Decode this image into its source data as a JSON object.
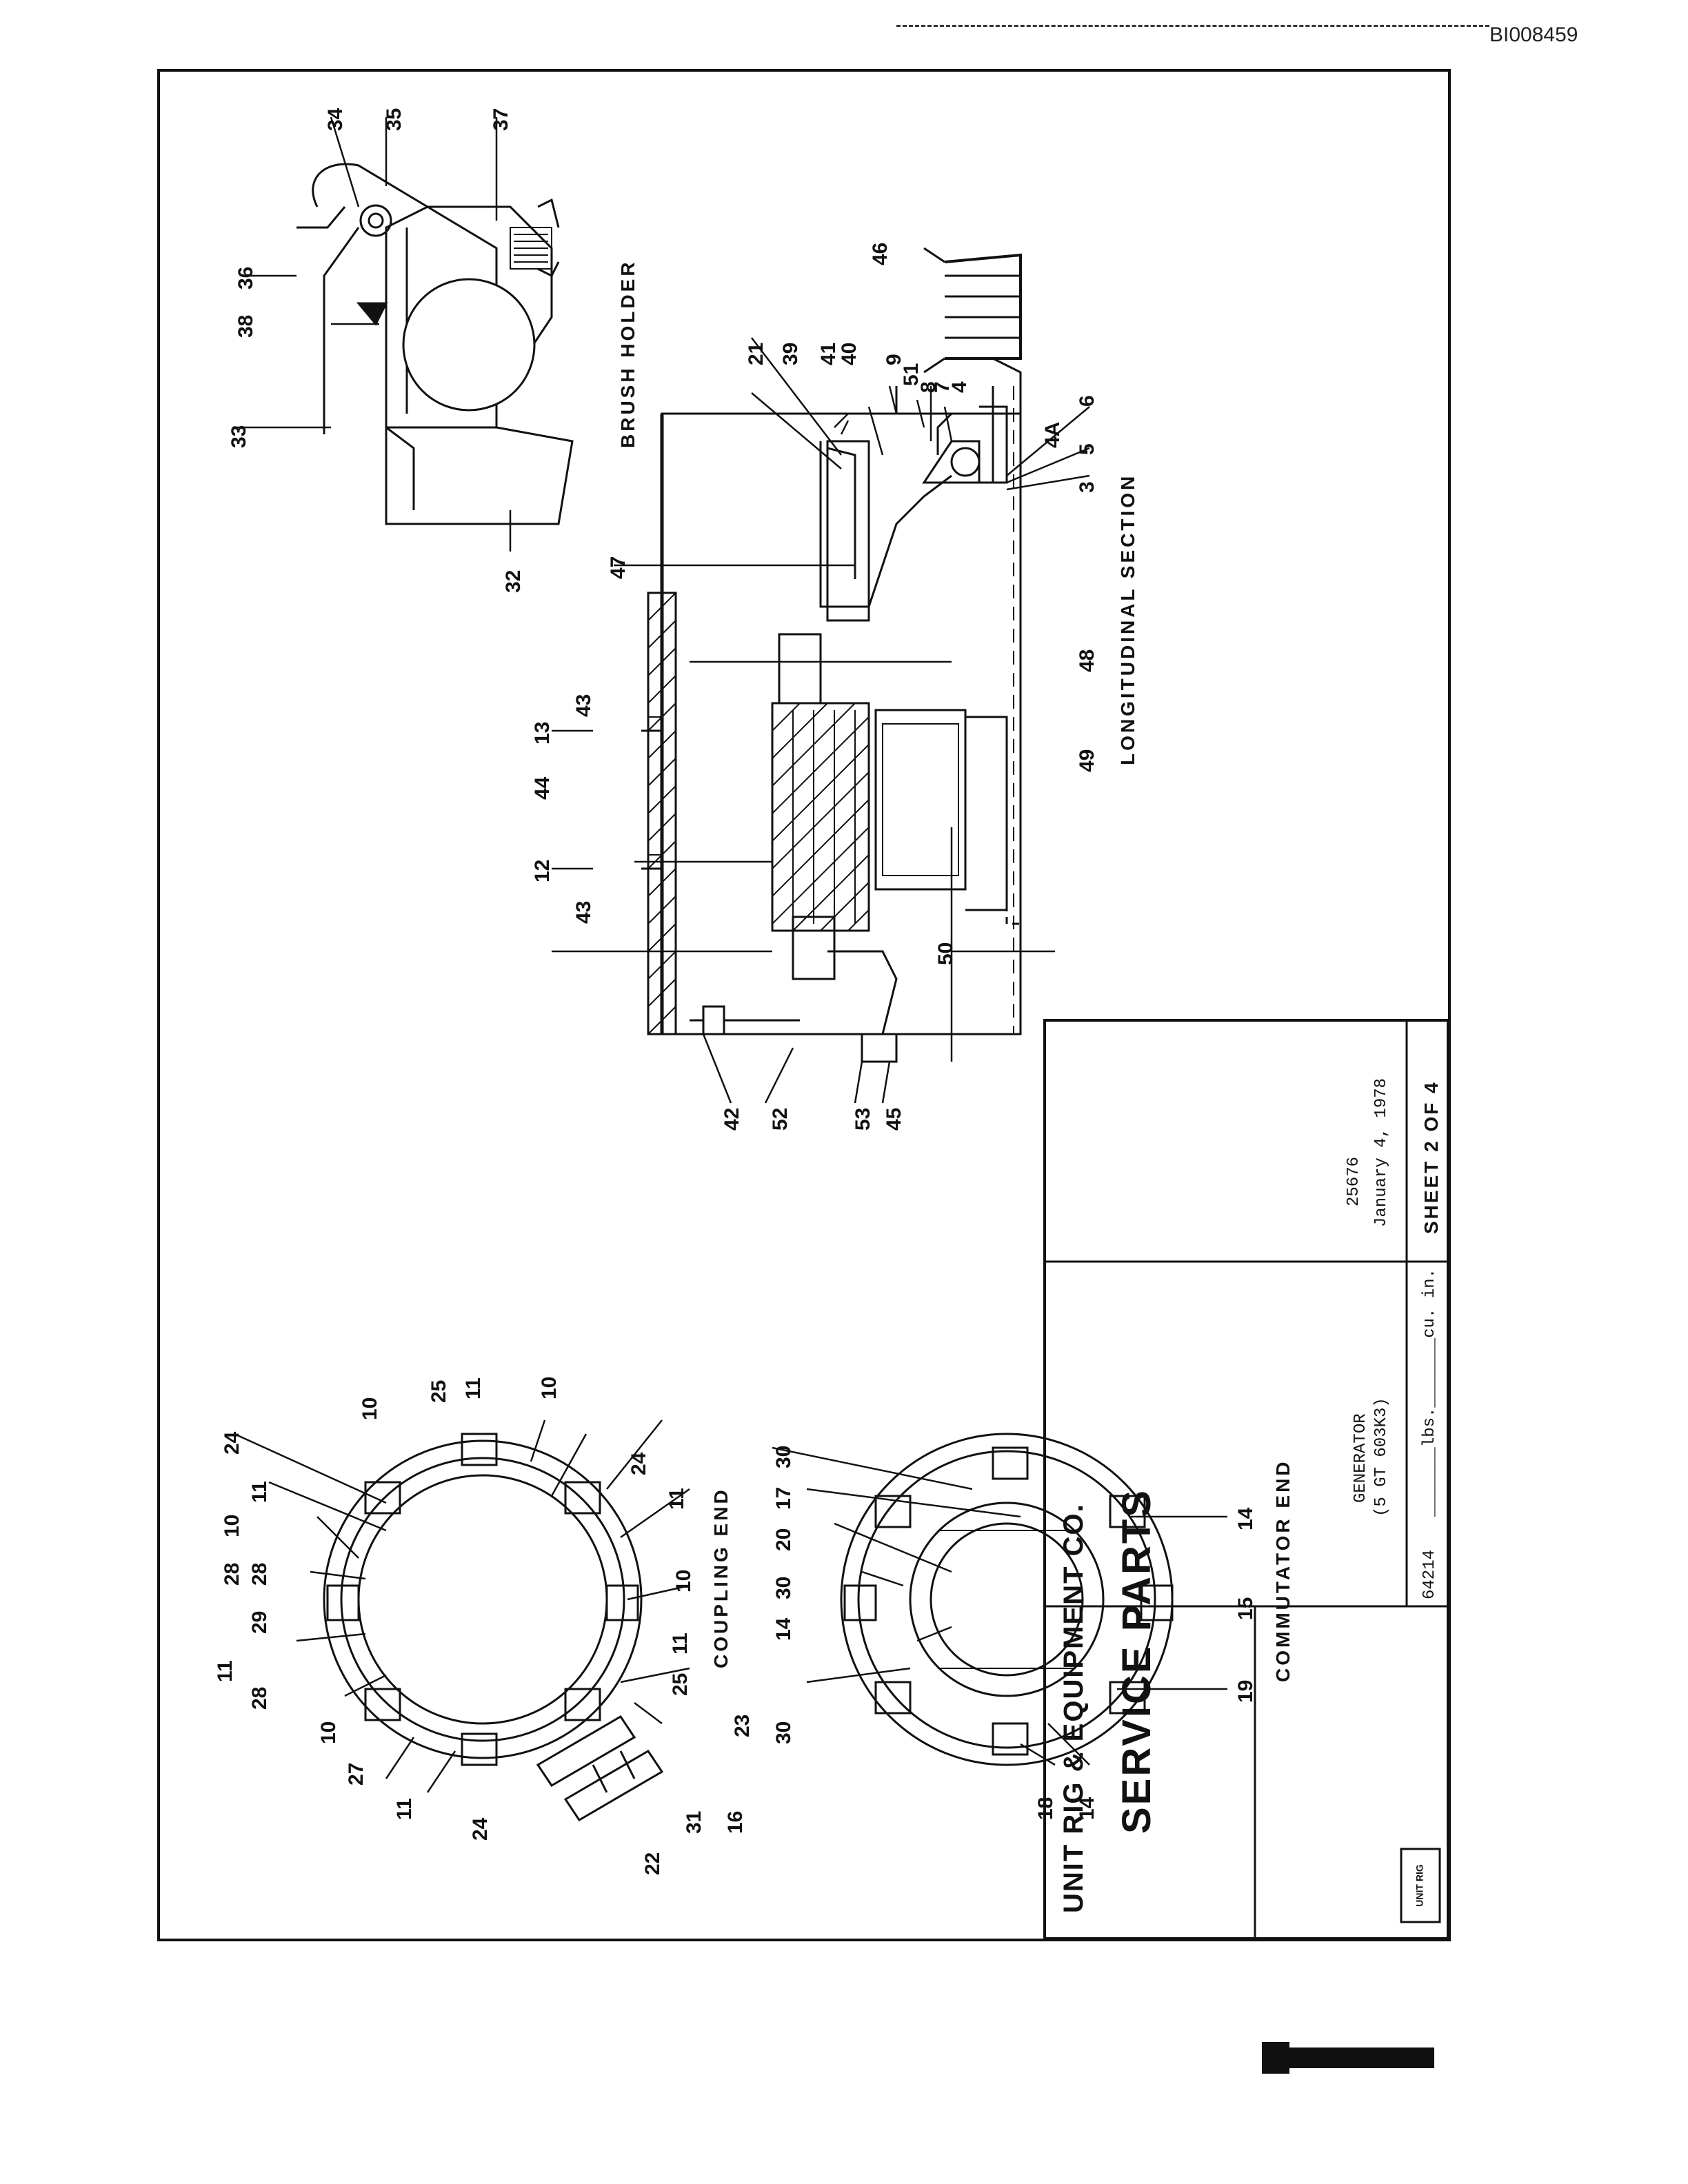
{
  "doc_id": "BI008459",
  "views": {
    "brush_holder": "BRUSH HOLDER",
    "longitudinal_section": "LONGITUDINAL SECTION",
    "coupling_end": "COUPLING END",
    "commutator_end": "COMMUTATOR END"
  },
  "callouts": {
    "brush_holder": [
      "34",
      "35",
      "37",
      "36",
      "38",
      "33",
      "32"
    ],
    "section_top": [
      "21",
      "39",
      "41",
      "40",
      "9",
      "51",
      "8",
      "7",
      "4",
      "46",
      "6",
      "4A",
      "5",
      "3",
      "47",
      "48",
      "49",
      "43",
      "13",
      "44",
      "12",
      "43",
      "50"
    ],
    "section_bottom": [
      "42",
      "52",
      "53",
      "45"
    ],
    "coupling_end": [
      "24",
      "25",
      "11",
      "10",
      "10",
      "11",
      "10",
      "28",
      "28",
      "29",
      "11",
      "28",
      "10",
      "27",
      "11",
      "24",
      "24",
      "11",
      "10",
      "11",
      "25",
      "23",
      "16",
      "31",
      "22"
    ],
    "commutator_end": [
      "30",
      "17",
      "20",
      "30",
      "14",
      "30",
      "18",
      "14",
      "14",
      "15",
      "19"
    ]
  },
  "title_block": {
    "company": "UNIT RIG & EQUIPMENT CO.",
    "logo_text": "UNIT RIG",
    "title": "SERVICE PARTS",
    "part_no": "64214",
    "description_line1": "GENERATOR",
    "description_line2": "(5 GT 603K3)",
    "weight_label": "_______lbs._______cu. in.",
    "drawing_no": "25676",
    "date": "January 4, 1978",
    "sheet": "SHEET 2 OF 4"
  }
}
